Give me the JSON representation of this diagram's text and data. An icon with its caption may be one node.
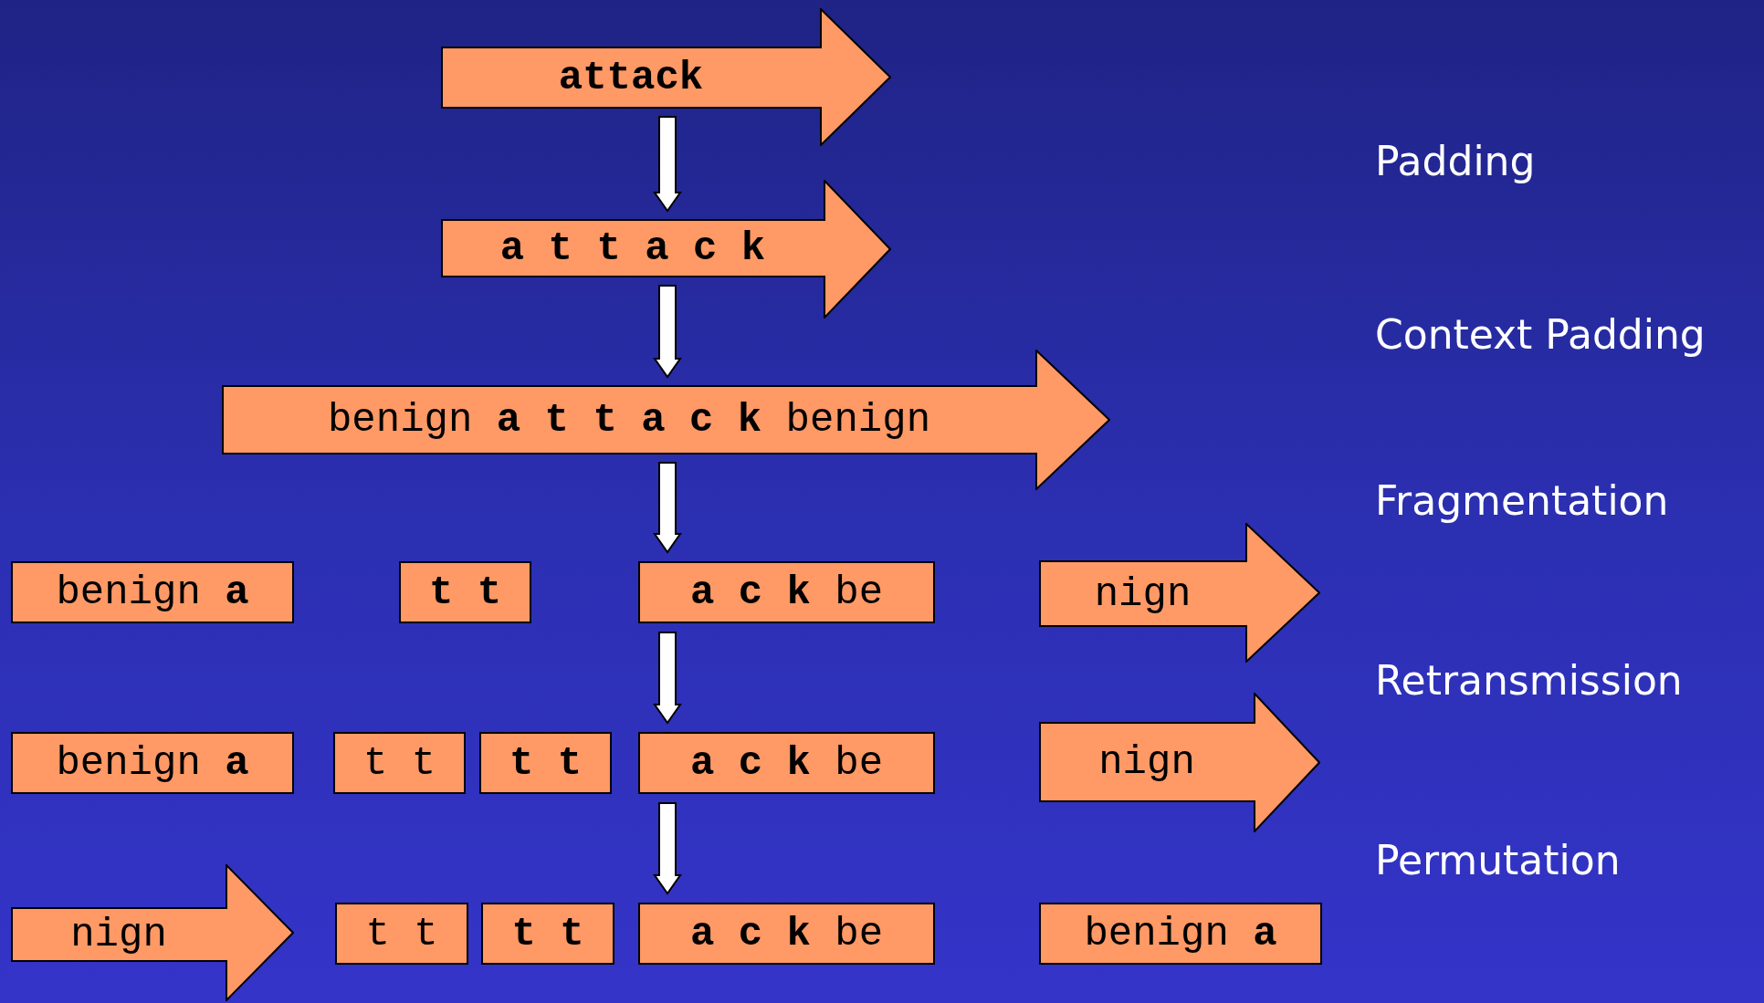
{
  "diagram": {
    "nodes": [
      {
        "text": [
          "attack"
        ]
      },
      {
        "text": [
          "a t t a c k"
        ]
      },
      {
        "text": [
          "benign **a t t a c k** benign"
        ]
      },
      {
        "text": [
          "benign **a**"
        ]
      },
      {
        "text": [
          "**t t**"
        ]
      },
      {
        "text": [
          "**a c k** be"
        ]
      },
      {
        "text": [
          "nign"
        ]
      },
      {
        "text": [
          "benign **a**"
        ]
      },
      {
        "text": [
          "t t"
        ]
      },
      {
        "text": [
          "**t t**"
        ]
      },
      {
        "text": [
          "**a c k** be"
        ]
      },
      {
        "text": [
          "nign"
        ]
      },
      {
        "text": [
          "nign"
        ]
      },
      {
        "text": [
          "t t"
        ]
      },
      {
        "text": [
          "**t t**"
        ]
      },
      {
        "text": [
          "**a c k** be"
        ]
      },
      {
        "text": [
          "benign **a**"
        ]
      }
    ],
    "edges": [
      {
        "from": 0,
        "to": 1,
        "arrow": "to"
      },
      {
        "from": 1,
        "to": 2,
        "arrow": "to"
      },
      {
        "from": 2,
        "to": 5,
        "arrow": "to"
      },
      {
        "from": 5,
        "to": 10,
        "arrow": "to"
      },
      {
        "from": 10,
        "to": 15,
        "arrow": "to"
      }
    ],
    "labels": [
      "Padding",
      "Context Padding",
      "Fragmentation",
      "Retransmission",
      "Permutation"
    ]
  }
}
